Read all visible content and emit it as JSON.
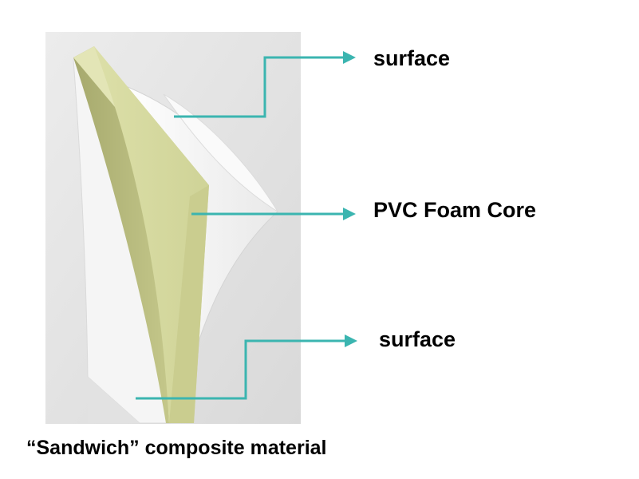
{
  "labels": {
    "surface_top": "surface",
    "pvc_core": "PVC Foam Core",
    "surface_bottom": "surface"
  },
  "caption": "“Sandwich” composite material",
  "colors": {
    "arrow": "#3bb5b0",
    "foam_core": "#d6d8a2",
    "foam_core_edge": "#b9bc7a",
    "skin": "#f7f7f7",
    "backdrop": "#e4e4e4"
  },
  "icons": {
    "arrow_head": "arrow-right-icon"
  }
}
